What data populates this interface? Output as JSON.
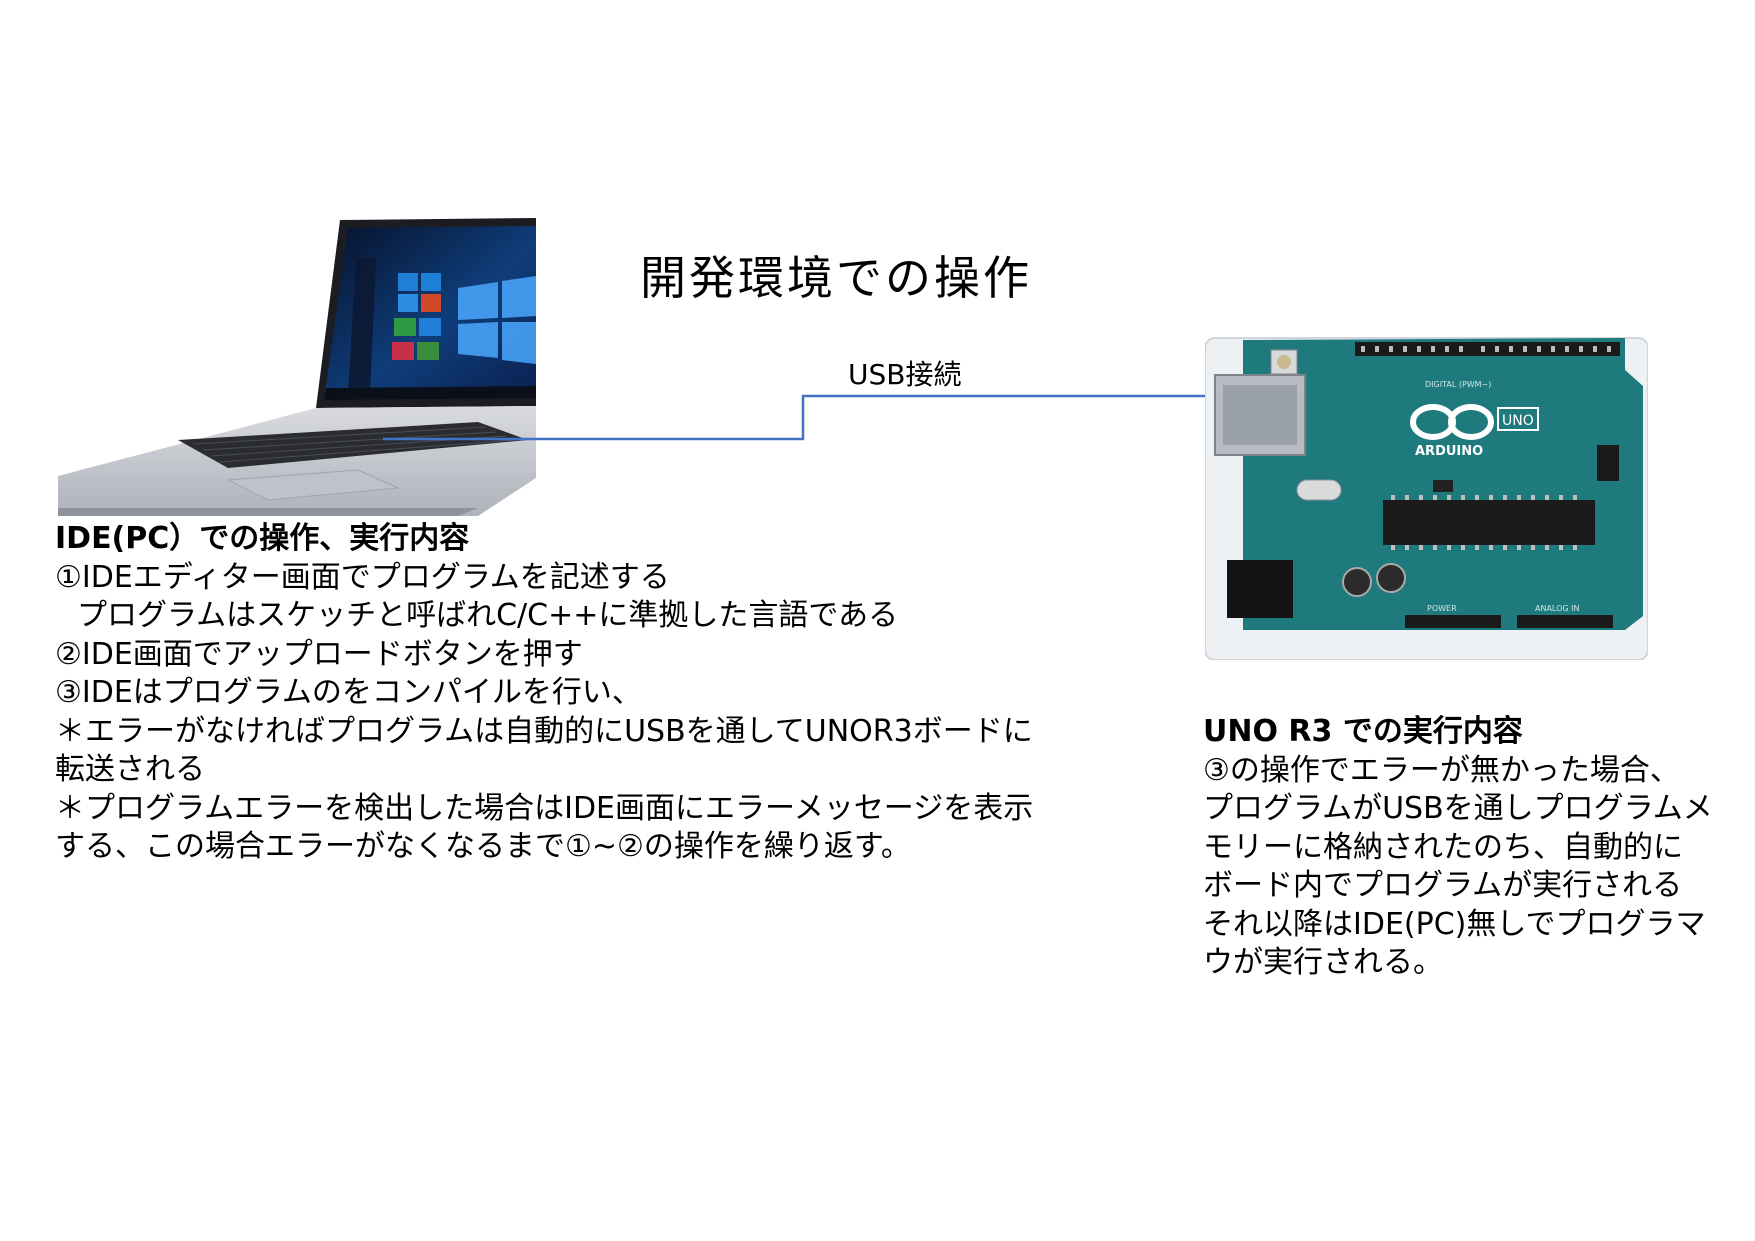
{
  "title": "開発環境での操作",
  "connection_label": "USB接続",
  "pc_section": {
    "heading": "IDE(PC）での操作、実行内容",
    "lines": [
      "①IDEエディター画面でプログラムを記述する",
      "プログラムはスケッチと呼ばれC/C++に準拠した言語である",
      "②IDE画面でアップロードボタンを押す",
      "③IDEはプログラムのをコンパイルを行い、",
      "＊エラーがなければプログラムは自動的にUSBを通してUNOR3ボードに",
      "転送される",
      "＊プログラムエラーを検出した場合はIDE画面にエラーメッセージを表示",
      "する、この場合エラーがなくなるまで①~②の操作を繰り返す。"
    ]
  },
  "uno_section": {
    "heading": "UNO R3 での実行内容",
    "lines": [
      "③の操作でエラーが無かった場合、",
      "プログラムがUSBを通しプログラムメ",
      "モリーに格納されたのち、自動的に",
      "ボード内でプログラムが実行される",
      "それ以降はIDE(PC)無しでプログラマ",
      "ウが実行される。"
    ]
  },
  "board_labels": {
    "brand": "ARDUINO",
    "model": "UNO",
    "digital": "DIGITAL (PWM~)",
    "power": "POWER",
    "analog": "ANALOG IN"
  },
  "colors": {
    "connector": "#4472c4",
    "board": "#1e7a7c",
    "laptop_body": "#c9ccd1"
  },
  "icons": {
    "laptop": "laptop-photo",
    "board": "arduino-uno-photo"
  }
}
